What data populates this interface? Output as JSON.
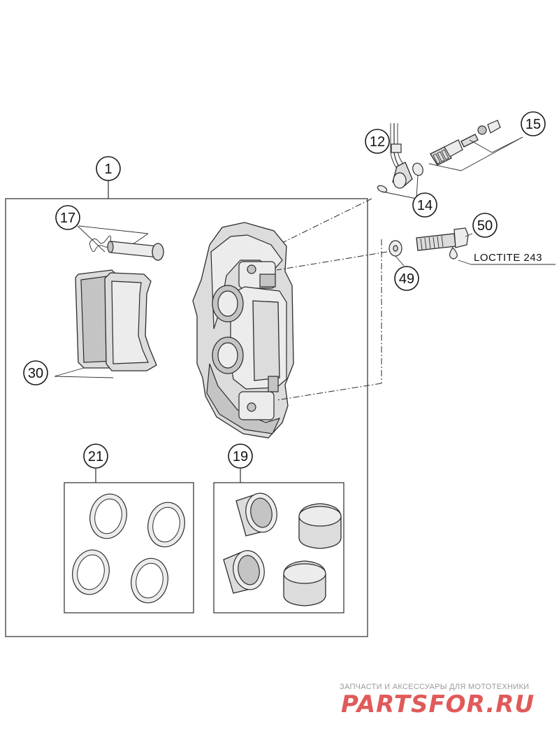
{
  "callouts": {
    "c1": "1",
    "c12": "12",
    "c14": "14",
    "c15": "15",
    "c17": "17",
    "c19": "19",
    "c21": "21",
    "c30": "30",
    "c49": "49",
    "c50": "50"
  },
  "note": "LOCTITE 243",
  "watermark": {
    "tagline": "ЗАПЧАСТИ И АКСЕССУАРЫ ДЛЯ МОТОТЕХНИКИ",
    "logo": "PARTSFOR.RU"
  },
  "colors": {
    "line": "#2b2b2b",
    "fill": "#dcdcdc",
    "watermark": "#e05a5a"
  }
}
